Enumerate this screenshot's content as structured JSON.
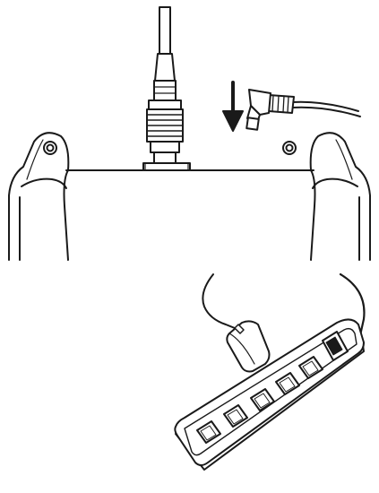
{
  "figure": {
    "type": "line-art illustration",
    "colors": {
      "stroke": "#1a1a1a",
      "fill": "#ffffff",
      "background": "#ffffff"
    },
    "panels": [
      {
        "name": "device-power-connection",
        "icons": [
          "antenna-icon",
          "bnc-connector-icon",
          "insert-arrow-icon",
          "dc-power-plug-icon",
          "mounting-ear-icon"
        ]
      },
      {
        "name": "power-strip-connection",
        "icons": [
          "power-adapter-icon",
          "power-strip-icon",
          "power-switch-icon",
          "outlet-icon"
        ]
      }
    ],
    "outlet_count": 5
  }
}
